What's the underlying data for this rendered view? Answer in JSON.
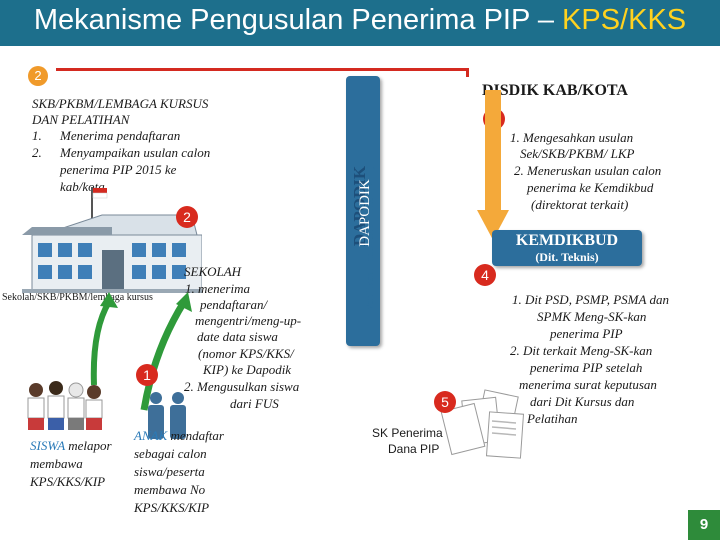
{
  "header": {
    "title_main": "Mekanisme Pengusulan Penerima PIP – ",
    "title_highlight": "KPS/KKS"
  },
  "badges": {
    "step2_top": "2",
    "step2_school": "2",
    "step3": "3",
    "step4": "4",
    "step5": "5",
    "step1": "1"
  },
  "skb": {
    "title_line1": "SKB/PKBM/LEMBAGA KURSUS",
    "title_line2": "DAN PELATIHAN",
    "item1_num": "1.",
    "item1": "Menerima pendaftaran",
    "item2_num": "2.",
    "item2_line1": "Menyampaikan usulan calon",
    "item2_line2": "penerima PIP 2015  ke",
    "item2_line3": "kab/kota"
  },
  "school_caption": "Sekolah/SKB/PKBM/lembaga kursus",
  "sekolah": {
    "title": "SEKOLAH",
    "lines": [
      "1. menerima",
      "pendaftaran/",
      "mengentri/meng-up-",
      "date data siswa",
      "(nomor KPS/KKS/",
      "KIP) ke Dapodik",
      "2. Mengusulkan siswa",
      "dari FUS"
    ]
  },
  "dapodik": {
    "label": "DAPODIK",
    "sublabel": "Verifikasi Indonesia Pintar (VIP)"
  },
  "disdik": {
    "title": "DISDIK KAB/KOTA",
    "lines": [
      "1. Mengesahkan usulan",
      "Sek/SKB/PKBM/ LKP",
      "2. Meneruskan usulan calon",
      "penerima ke Kemdikbud",
      "(direktorat terkait)"
    ]
  },
  "kemdikbud": {
    "title": "KEMDIKBUD",
    "subtitle": "(Dit. Teknis)",
    "lines": [
      "1. Dit PSD, PSMP, PSMA dan",
      "SPMK Meng-SK-kan",
      "penerima PIP",
      "2. Dit terkait Meng-SK-kan",
      "penerima PIP setelah",
      "menerima surat keputusan",
      "dari Dit Kursus dan",
      "Pelatihan"
    ]
  },
  "sk": {
    "line1": "SK Penerima",
    "line2": "Dana PIP"
  },
  "siswa": {
    "bold": "SISWA",
    "rest1": " melapor",
    "lines": [
      "membawa",
      "KPS/KKS/KIP"
    ]
  },
  "anak": {
    "bold": "ANAK",
    "rest1": " mendaftar",
    "lines": [
      "sebagai calon",
      "siswa/peserta",
      "membawa No",
      "KPS/KKS/KIP"
    ]
  },
  "page": {
    "number": "9"
  },
  "colors": {
    "banner": "#1d6f8c",
    "highlight": "#ffd21f",
    "red": "#d82a1e",
    "blue": "#2c6e9c",
    "orange": "#f4a93a",
    "green": "#2e8b3a"
  }
}
